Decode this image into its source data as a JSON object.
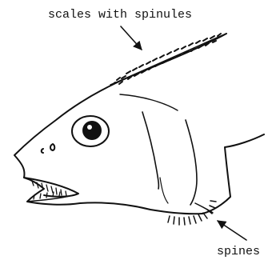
{
  "figure": {
    "subject": "fish-head-illustration",
    "labels": {
      "top": "scales with spinules",
      "bottom": "spines"
    },
    "colors": {
      "ink": "#111111",
      "background": "#ffffff"
    }
  }
}
